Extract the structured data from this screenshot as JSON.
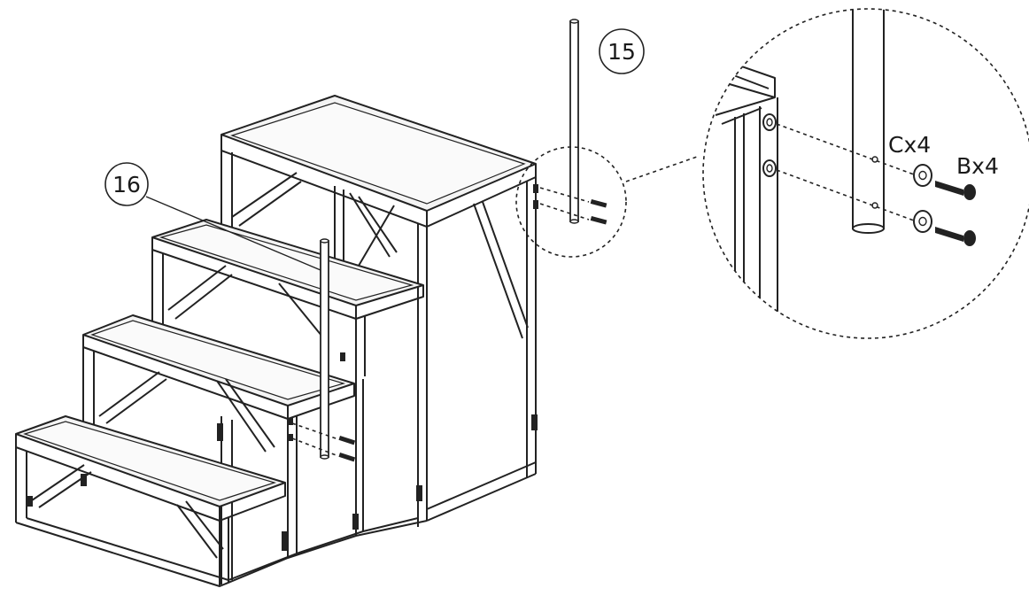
{
  "labels": {
    "part_rear_rail": "15",
    "part_front_rail": "16",
    "qty_c": "Cx4",
    "qty_b": "Bx4"
  },
  "icons": [
    "staircase-frame-illustration",
    "handrail-post",
    "bolt",
    "washer",
    "magnifier-callout"
  ]
}
